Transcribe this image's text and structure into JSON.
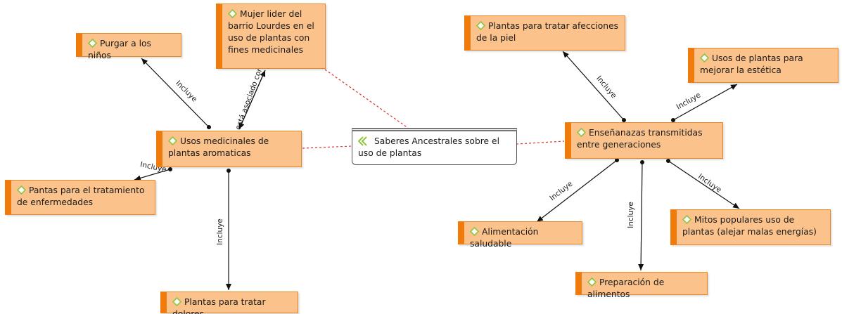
{
  "central": {
    "text": "Saberes Ancestrales sobre el uso de plantas"
  },
  "nodes": {
    "purgar": "Purgar a los niños",
    "mujer": "Mujer lider del barrio Lourdes en el uso de plantas con fines medicinales",
    "usos_medicinales": "Usos medicinales de plantas aromaticas",
    "pantas_tratamiento": "Pantas para el tratamiento de enfermedades",
    "plantas_dolores": "Plantas para tratar dolores",
    "plantas_piel": "Plantas para tratar afecciones de la piel",
    "usos_estetica": "Usos de plantas para mejorar la estética",
    "ensenanzas": "Enseñanazas transmitidas entre generaciones",
    "alimentacion": "Alimentación saludable",
    "mitos": "Mitos populares uso de plantas (alejar malas energías)",
    "preparacion": "Preparación de alimentos"
  },
  "link_labels": {
    "incluye": "Incluye",
    "asociado": "está asociado con"
  },
  "colors": {
    "node_fill": "#fbc28b",
    "node_accent": "#f07a0a",
    "icon_green": "#8ec63f",
    "link_dashed": "#e0302a",
    "link_arrow": "#111111"
  },
  "icons": {
    "node_icon": "diamond-outline-icon",
    "central_icon": "double-chevron-icon"
  }
}
